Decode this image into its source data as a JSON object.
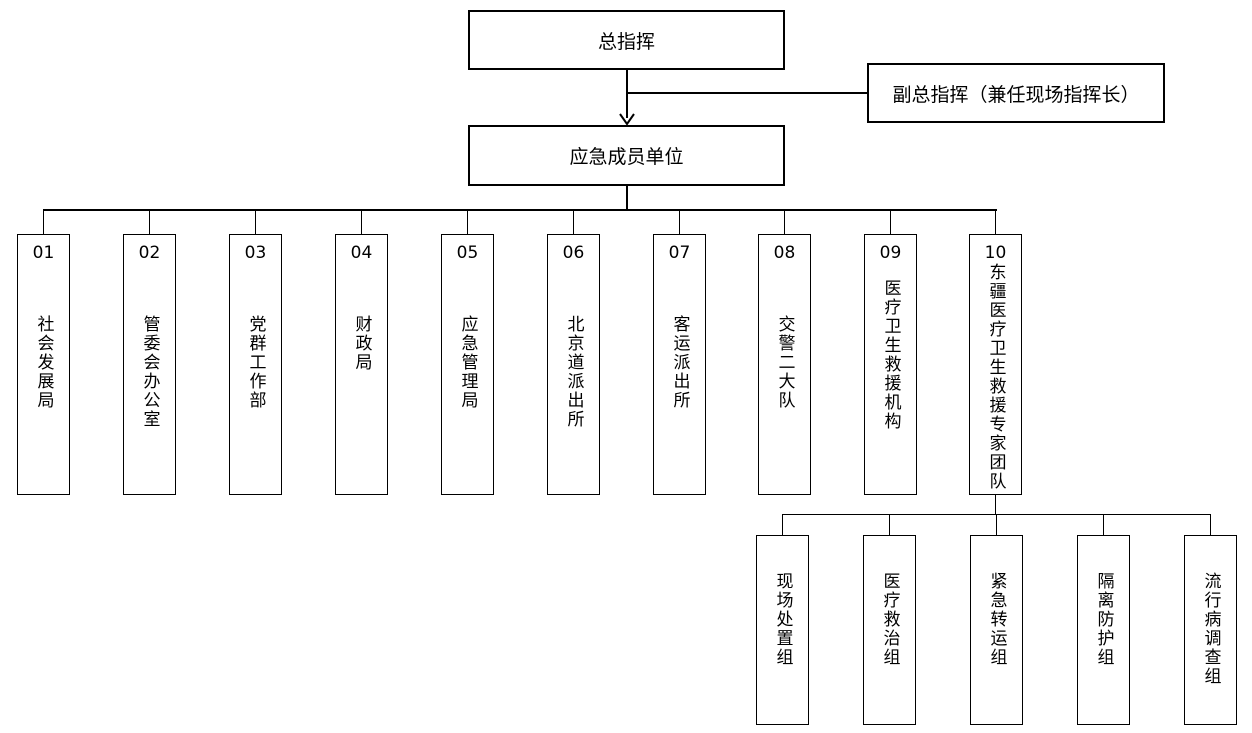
{
  "commander": "总指挥",
  "deputy": "副总指挥（兼任现场指挥长）",
  "members_title": "应急成员单位",
  "units": [
    {
      "num": "01",
      "name": "社会发展局"
    },
    {
      "num": "02",
      "name": "管委会办公室"
    },
    {
      "num": "03",
      "name": "党群工作部"
    },
    {
      "num": "04",
      "name": "财政局"
    },
    {
      "num": "05",
      "name": "应急管理局"
    },
    {
      "num": "06",
      "name": "北京道派出所"
    },
    {
      "num": "07",
      "name": "客运派出所"
    },
    {
      "num": "08",
      "name": "交警二大队"
    },
    {
      "num": "09",
      "name": "医疗卫生救援机构"
    },
    {
      "num": "10",
      "name": "东疆医疗卫生救援专家团队"
    }
  ],
  "expert_groups": [
    "现场处置组",
    "医疗救治组",
    "紧急转运组",
    "隔离防护组",
    "流行病调查组"
  ]
}
